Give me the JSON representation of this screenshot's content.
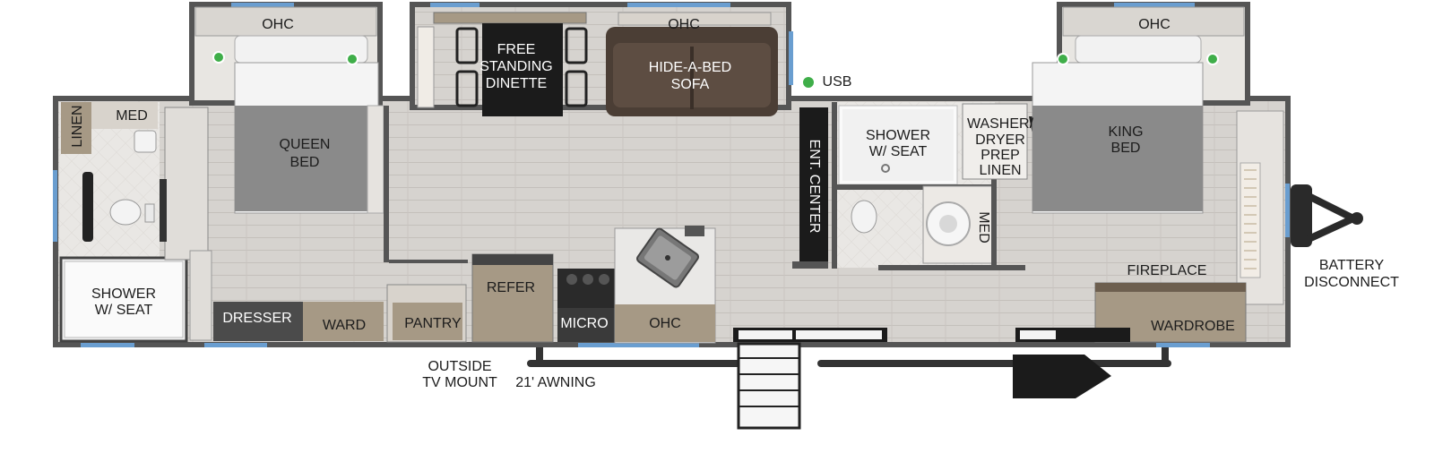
{
  "labels": {
    "ohc_left": "OHC",
    "ohc_mid": "OHC",
    "ohc_right": "OHC",
    "ohc_kitchen": "OHC",
    "linen": "LINEN",
    "med_left": "MED",
    "queen_bed": [
      "QUEEN",
      "BED"
    ],
    "shower_left": [
      "SHOWER",
      "W/ SEAT"
    ],
    "dresser": "DRESSER",
    "ward": "WARD",
    "pantry": "PANTRY",
    "refer": "REFER",
    "micro": "MICRO",
    "free_dinette": [
      "FREE",
      "STANDING",
      "DINETTE"
    ],
    "sofa": [
      "HIDE-A-BED",
      "SOFA"
    ],
    "usb": "USB",
    "ent_center": "ENT. CENTER",
    "shower_right": [
      "SHOWER",
      "W/ SEAT"
    ],
    "washer": [
      "WASHER/",
      "DRYER",
      "PREP",
      "LINEN"
    ],
    "med_right": "MED",
    "king_bed": [
      "KING",
      "BED"
    ],
    "fireplace": "FIREPLACE",
    "wardrobe": "WARDROBE",
    "battery": [
      "BATTERY",
      "DISCONNECT"
    ],
    "outside_tv": [
      "OUTSIDE",
      "TV MOUNT"
    ],
    "awning": "21' AWNING"
  },
  "colors": {
    "wall": "#5a5a5a",
    "floor": "#d9d6d2",
    "cabinet": "#a69985",
    "bed": "#8a8a8a",
    "window": "#6a9ed0",
    "dark": "#1b1b1b",
    "usb_dot": "#3fae49"
  }
}
